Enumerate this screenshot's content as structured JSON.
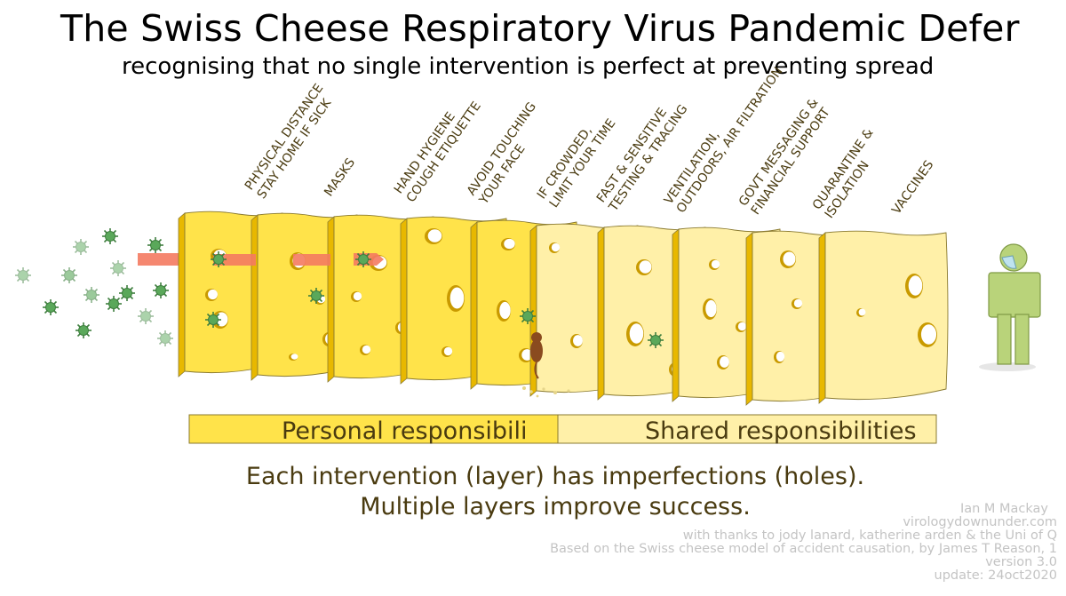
{
  "title": "The Swiss Cheese Respiratory Virus Pandemic Defer",
  "subtitle": "recognising that no single intervention is perfect at preventing spread",
  "layers": [
    {
      "line1": "Physical distance",
      "line2": "stay home if sick",
      "color": "#ffe34a"
    },
    {
      "line1": "Masks",
      "line2": "",
      "color": "#ffe34a"
    },
    {
      "line1": "Hand hygiene",
      "line2": "cough etiquette",
      "color": "#ffe34a"
    },
    {
      "line1": "Avoid touching",
      "line2": "your face",
      "color": "#ffe34a"
    },
    {
      "line1": "If crowded,",
      "line2": "limit your time",
      "color": "#ffe34a"
    },
    {
      "line1": "Fast & sensitive",
      "line2": "testing & tracing",
      "color": "#fff0a8"
    },
    {
      "line1": "Ventilation,",
      "line2": "outdoors, air filtration",
      "color": "#fff0a8"
    },
    {
      "line1": "Govt messaging &",
      "line2": "financial support",
      "color": "#fff0a8"
    },
    {
      "line1": "Quarantine &",
      "line2": "isolation",
      "color": "#fff0a8"
    },
    {
      "line1": "Vaccines",
      "line2": "",
      "color": "#fff0a8"
    }
  ],
  "responsibilities": {
    "personal": "Personal responsibili",
    "shared": "Shared responsibilities"
  },
  "caption": {
    "line1": "Each intervention (layer) has imperfections (holes).",
    "line2": "Multiple layers improve success."
  },
  "credits": {
    "author": "Ian M Mackay",
    "site": "virologydownunder.com",
    "thanks": "with thanks to jody lanard, katherine arden & the Uni of Q",
    "based_on": "Based on the Swiss cheese model of accident causation, by James T Reason, 1",
    "version": "version 3.0",
    "update": "update: 24oct2020"
  },
  "colors": {
    "personal": "#ffe34a",
    "shared": "#fff0a8",
    "cheese_edge": "#e8b800",
    "virus": "#5aa85a",
    "arrow": "#f47a60",
    "person": "#b9d37a",
    "text_brown": "#4a3b10",
    "credits_gray": "#c4c4c4"
  },
  "icons": [
    "virus-icon",
    "mouse-icon",
    "person-icon",
    "mask-icon"
  ]
}
